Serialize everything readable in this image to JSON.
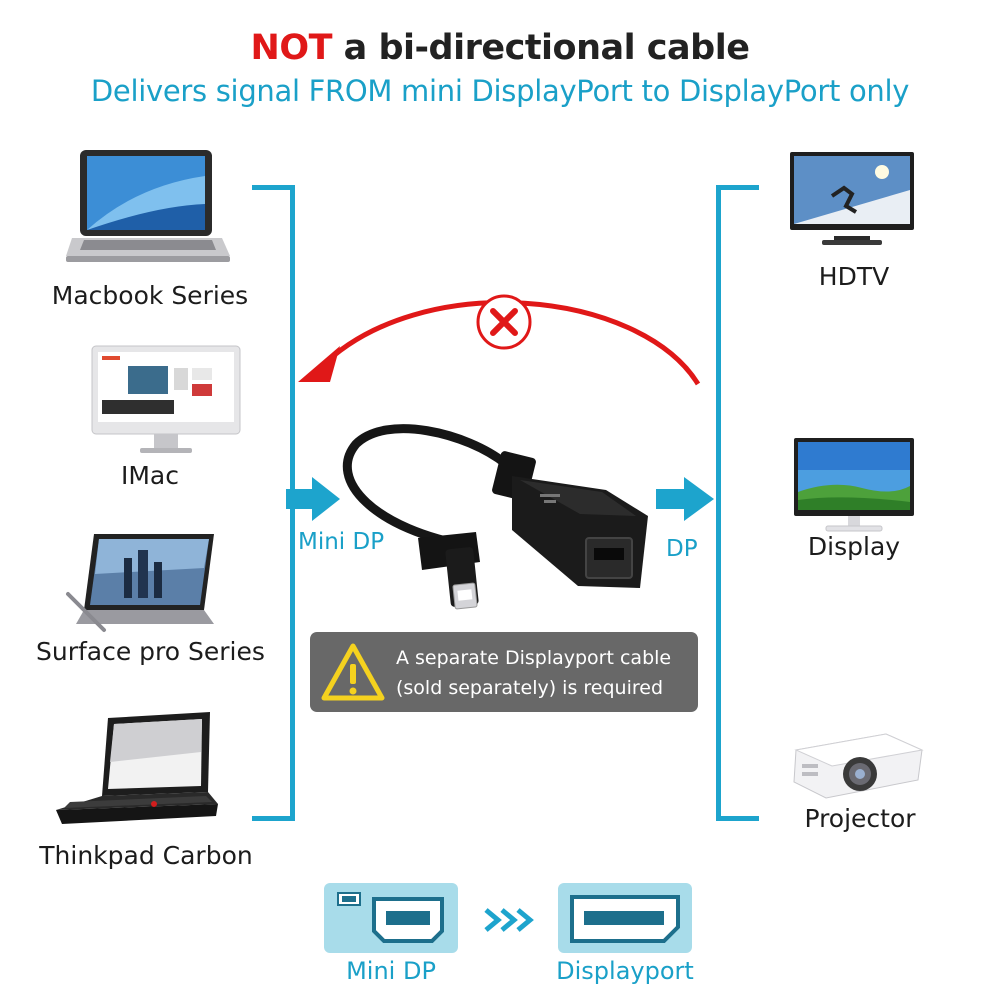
{
  "header": {
    "title_emphasis": "NOT",
    "title_rest": " a bi-directional cable",
    "subtitle": "Delivers signal FROM mini DisplayPort to DisplayPort only"
  },
  "sources": [
    {
      "label": "Macbook Series",
      "icon": "laptop-icon"
    },
    {
      "label": "IMac",
      "icon": "imac-icon"
    },
    {
      "label": "Surface pro Series",
      "icon": "tablet-icon"
    },
    {
      "label": "Thinkpad Carbon",
      "icon": "thinkpad-icon"
    }
  ],
  "targets": [
    {
      "label": "HDTV",
      "icon": "tv-icon"
    },
    {
      "label": "Display",
      "icon": "monitor-icon"
    },
    {
      "label": "Projector",
      "icon": "projector-icon"
    }
  ],
  "cable": {
    "input_label": "Mini DP",
    "output_label": "DP"
  },
  "warning": {
    "line1": "A separate Displayport cable",
    "line2": "(sold separately) is required"
  },
  "legend": {
    "from_label": "Mini DP",
    "to_label": "Displayport"
  },
  "colors": {
    "accent": "#1da4cd",
    "negative": "#e01818",
    "warning_bg": "#686868",
    "warning_icon": "#f5d21f"
  }
}
